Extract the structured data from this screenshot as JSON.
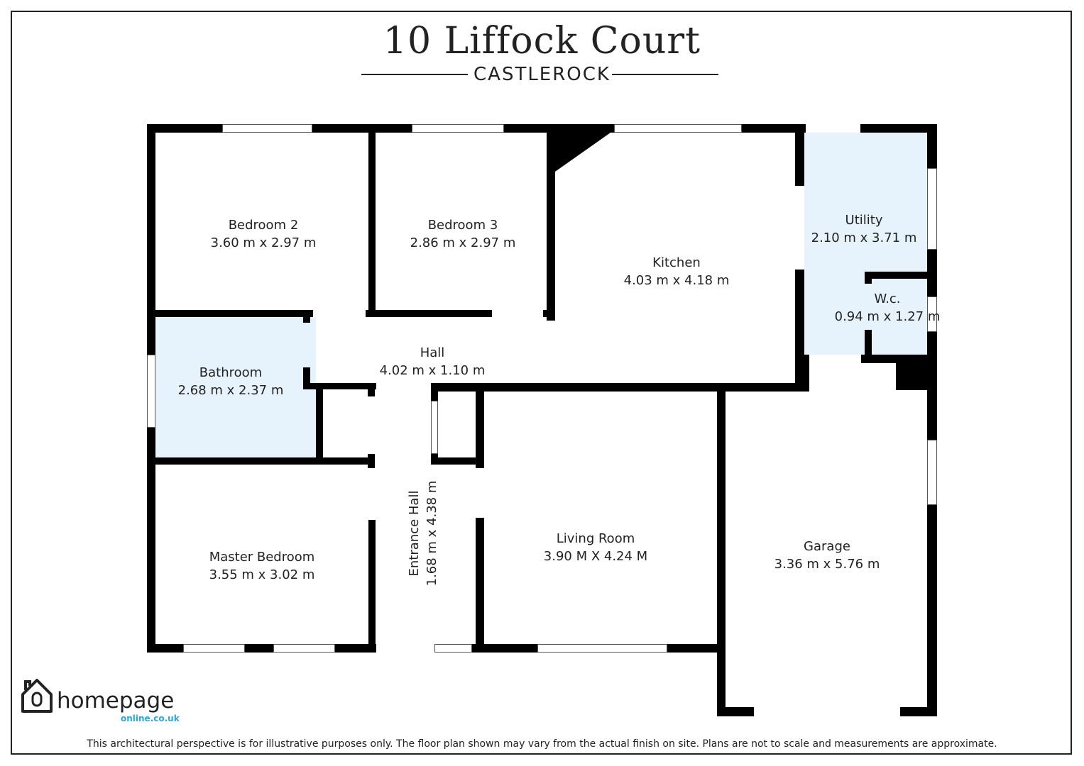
{
  "header": {
    "title": "10 Liffock Court",
    "subtitle": "CASTLEROCK"
  },
  "rooms": [
    {
      "name": "Bedroom 2",
      "size": "3.60 m x 2.97 m"
    },
    {
      "name": "Bedroom 3",
      "size": "2.86 m x 2.97 m"
    },
    {
      "name": "Kitchen",
      "size": "4.03 m x 4.18 m"
    },
    {
      "name": "Utility",
      "size": "2.10 m x 3.71 m"
    },
    {
      "name": "W.c.",
      "size": "0.94 m x 1.27 m"
    },
    {
      "name": "Bathroom",
      "size": "2.68 m x 2.37 m"
    },
    {
      "name": "Hall",
      "size": "4.02 m x 1.10 m"
    },
    {
      "name": "Master Bedroom",
      "size": "3.55 m x 3.02 m"
    },
    {
      "name": "Entrance Hall",
      "size": "1.68 m x 4.38 m"
    },
    {
      "name": "Living Room",
      "size": "3.90 M X 4.24 M"
    },
    {
      "name": "Garage",
      "size": "3.36 m x 5.76 m"
    }
  ],
  "logo": {
    "brand": "homepage",
    "domain": "online.co.uk"
  },
  "colors": {
    "wet_room_fill": "#e6f3fc",
    "wall": "#000000",
    "logo_accent": "#29a8e0"
  },
  "footer": {
    "disclaimer": "This architectural perspective is for illustrative purposes only. The floor plan shown may vary from the actual finish on site. Plans are not to scale and measurements are approximate."
  }
}
